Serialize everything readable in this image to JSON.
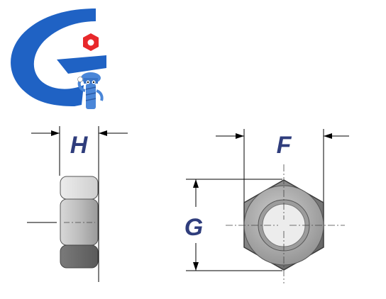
{
  "diagram": {
    "labels": {
      "width_across_flats_side": "H",
      "width_across_flats": "F",
      "width_across_corners": "G"
    },
    "colors": {
      "brand_blue": "#1f62c4",
      "brand_red": "#e8282b",
      "label_color": "#2f3d7c",
      "nut_dark": "#6a6a6a",
      "nut_mid": "#bdbdbd",
      "nut_light": "#dcdcdc"
    },
    "icons": {
      "logo": "company-logo-icon",
      "mascot": "bolt-mascot-icon",
      "nut": "hex-nut-icon"
    }
  }
}
